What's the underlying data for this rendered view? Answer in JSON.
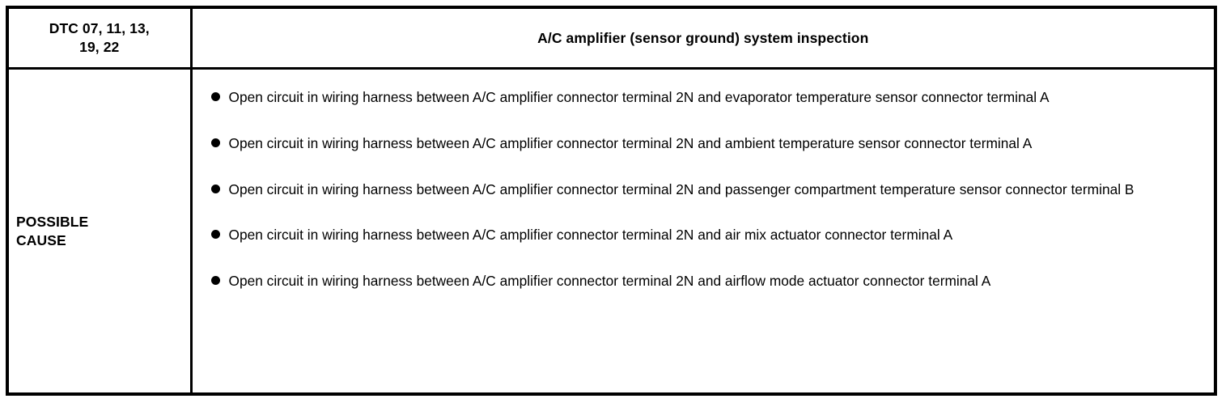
{
  "table": {
    "header": {
      "dtc_label": "DTC 07, 11, 13,\n19, 22",
      "system_title": "A/C amplifier (sensor ground) system inspection"
    },
    "body": {
      "cause_label": "POSSIBLE\nCAUSE",
      "bullet_marker": "filled-circle",
      "causes": [
        "Open circuit in wiring harness between A/C amplifier connector terminal 2N and evaporator temperature sensor connector terminal A",
        "Open circuit in wiring harness between A/C amplifier connector terminal 2N and ambient temperature sensor connector terminal A",
        "Open circuit in wiring harness between A/C amplifier connector terminal 2N and passenger compartment temperature sensor connector terminal B",
        "Open circuit in wiring harness between A/C amplifier connector terminal 2N and air mix actuator connector terminal A",
        "Open circuit in wiring harness between A/C amplifier connector terminal 2N and airflow mode actuator connector terminal A"
      ]
    }
  },
  "colors": {
    "border": "#000000",
    "text": "#000000",
    "background": "#ffffff"
  }
}
